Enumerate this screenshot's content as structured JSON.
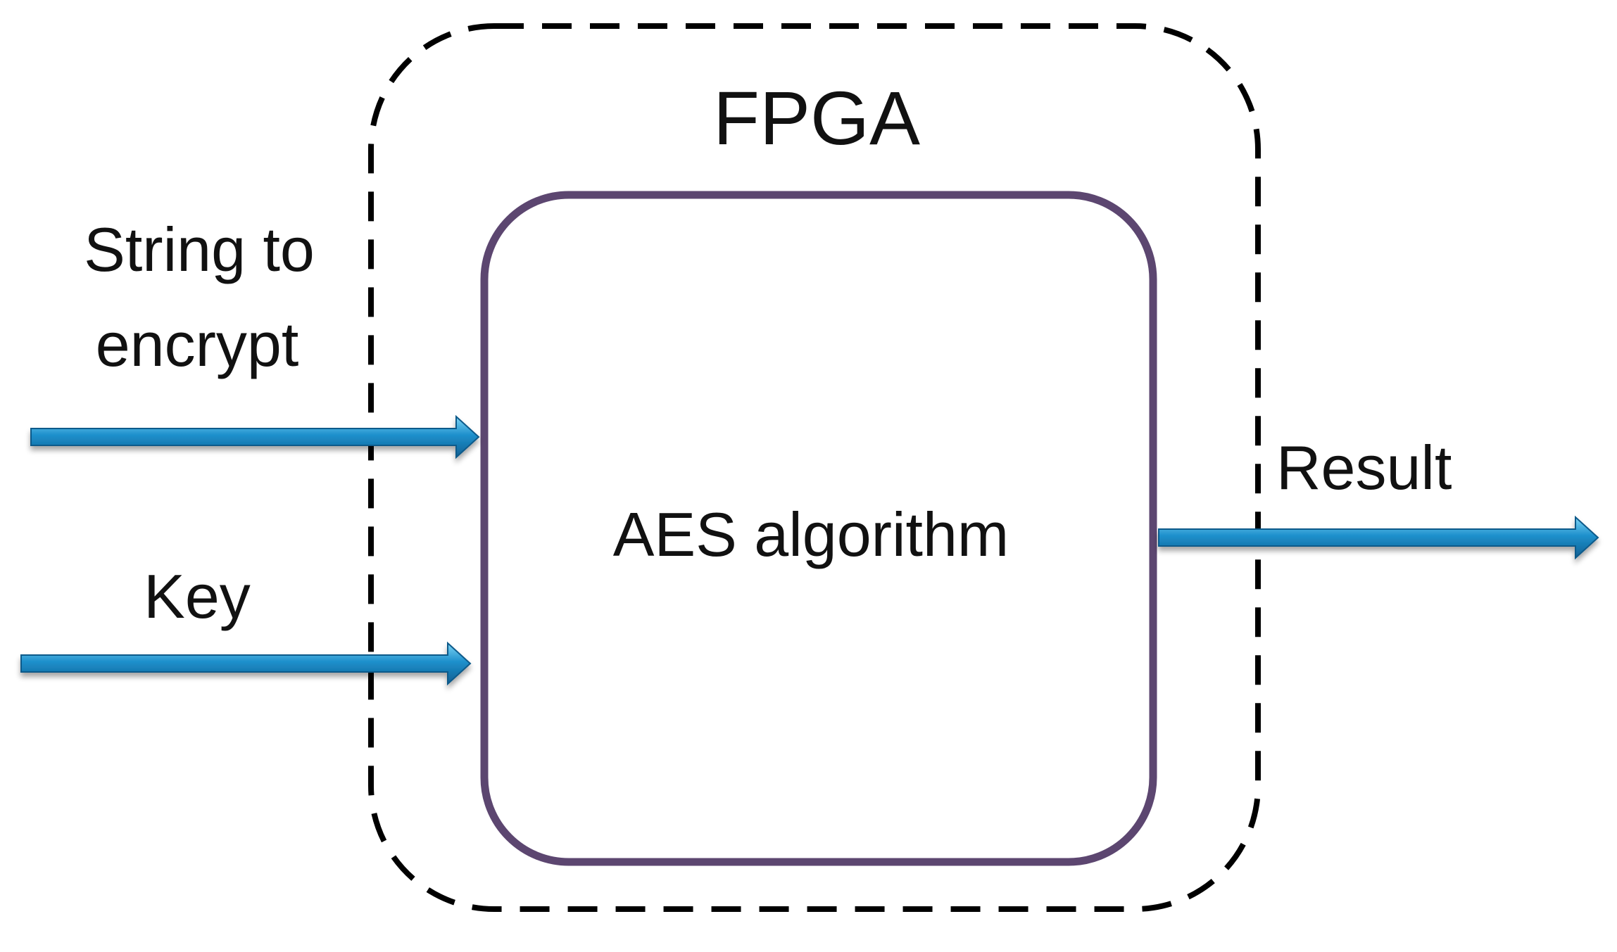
{
  "diagram": {
    "container_label": "FPGA",
    "block_label": "AES algorithm",
    "inputs": [
      {
        "label_line1": "String to",
        "label_line2": "encrypt"
      },
      {
        "label": "Key"
      }
    ],
    "output": {
      "label": "Result"
    }
  },
  "colors": {
    "container_border": "#000000",
    "block_border": "#5c4670",
    "arrow_fill": "#1c8cc8",
    "arrow_highlight": "#6fd0f4",
    "arrow_shadow": "#0d5a8a",
    "text": "#111111"
  }
}
